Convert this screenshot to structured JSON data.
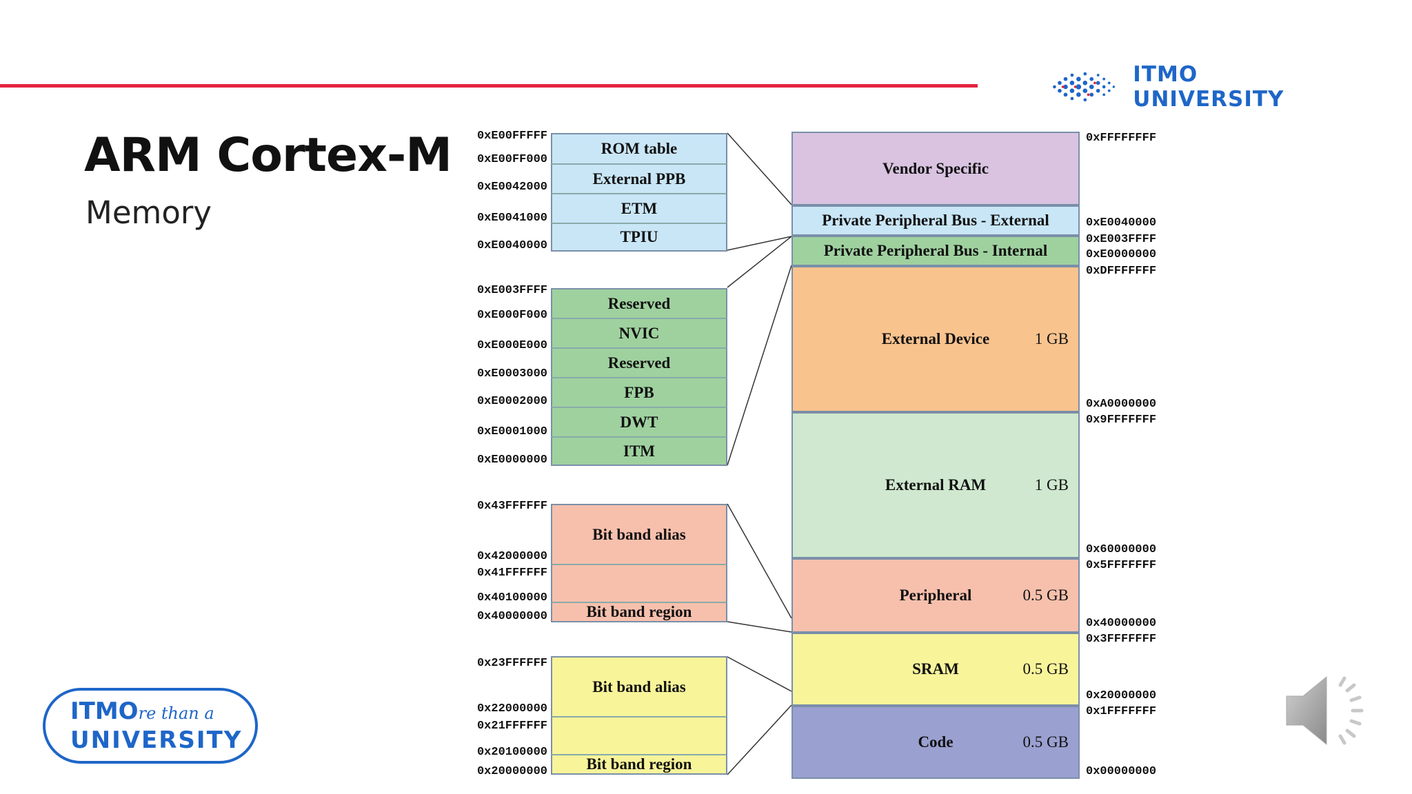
{
  "header": {
    "university": "ITMO UNIVERSITY",
    "title": "ARM Cortex-M",
    "subtitle": "Memory"
  },
  "colors": {
    "accent_rule": "#e5233f",
    "brand_blue": "#1e66c8",
    "vendor": "#d9c3e0",
    "ppb_external": "#c9e6f7",
    "ppb_internal": "#9fd19f",
    "external_device": "#f9c38e",
    "external_ram": "#cfe8cf",
    "peripheral": "#f7c0ad",
    "sram": "#f8f49a",
    "code": "#9aa0d0"
  },
  "memory_map": [
    {
      "label": "Vendor Specific",
      "size": ""
    },
    {
      "label": "Private Peripheral Bus - External",
      "size": ""
    },
    {
      "label": "Private Peripheral Bus - Internal",
      "size": ""
    },
    {
      "label": "External Device",
      "size": "1 GB"
    },
    {
      "label": "External RAM",
      "size": "1 GB"
    },
    {
      "label": "Peripheral",
      "size": "0.5 GB"
    },
    {
      "label": "SRAM",
      "size": "0.5 GB"
    },
    {
      "label": "Code",
      "size": "0.5 GB"
    }
  ],
  "right_addresses": [
    "0xFFFFFFFF",
    "0xE0040000",
    "0xE003FFFF",
    "0xE0000000",
    "0xDFFFFFFF",
    "0xA0000000",
    "0x9FFFFFFF",
    "0x60000000",
    "0x5FFFFFFF",
    "0x40000000",
    "0x3FFFFFFF",
    "0x20000000",
    "0x1FFFFFFF",
    "0x00000000"
  ],
  "ppb_external_detail": {
    "cells": [
      "ROM table",
      "External PPB",
      "ETM",
      "TPIU"
    ],
    "addresses": [
      "0xE00FFFFF",
      "0xE00FF000",
      "0xE0042000",
      "0xE0041000",
      "0xE0040000"
    ]
  },
  "ppb_internal_detail": {
    "cells": [
      "Reserved",
      "NVIC",
      "Reserved",
      "FPB",
      "DWT",
      "ITM"
    ],
    "addresses": [
      "0xE003FFFF",
      "0xE000F000",
      "0xE000E000",
      "0xE0003000",
      "0xE0002000",
      "0xE0001000",
      "0xE0000000"
    ]
  },
  "peripheral_bitband": {
    "alias": "Bit band alias",
    "region": "Bit band region",
    "addresses": [
      "0x43FFFFFF",
      "0x42000000",
      "0x41FFFFFF",
      "0x40100000",
      "0x40000000"
    ]
  },
  "sram_bitband": {
    "alias": "Bit band alias",
    "region": "Bit band region",
    "addresses": [
      "0x23FFFFFF",
      "0x22000000",
      "0x21FFFFFF",
      "0x20100000",
      "0x20000000"
    ]
  },
  "footer": {
    "logo_line1_a": "IT",
    "logo_line1_b": "MO",
    "logo_script": "re than a",
    "logo_line2": "UNIVERSITY"
  },
  "icons": {
    "itmo_dots": "itmo-dots-icon",
    "speaker": "speaker-icon"
  }
}
